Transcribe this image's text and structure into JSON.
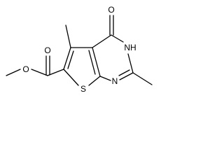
{
  "diagram": {
    "type": "chemical-structure",
    "atom_labels": {
      "ester_o_methoxy": "O",
      "ester_o_carbonyl": "O",
      "ketone_o": "O",
      "thiophene_s": "S",
      "pyrimidine_n": "N",
      "pyrimidine_nh": "NH"
    }
  }
}
